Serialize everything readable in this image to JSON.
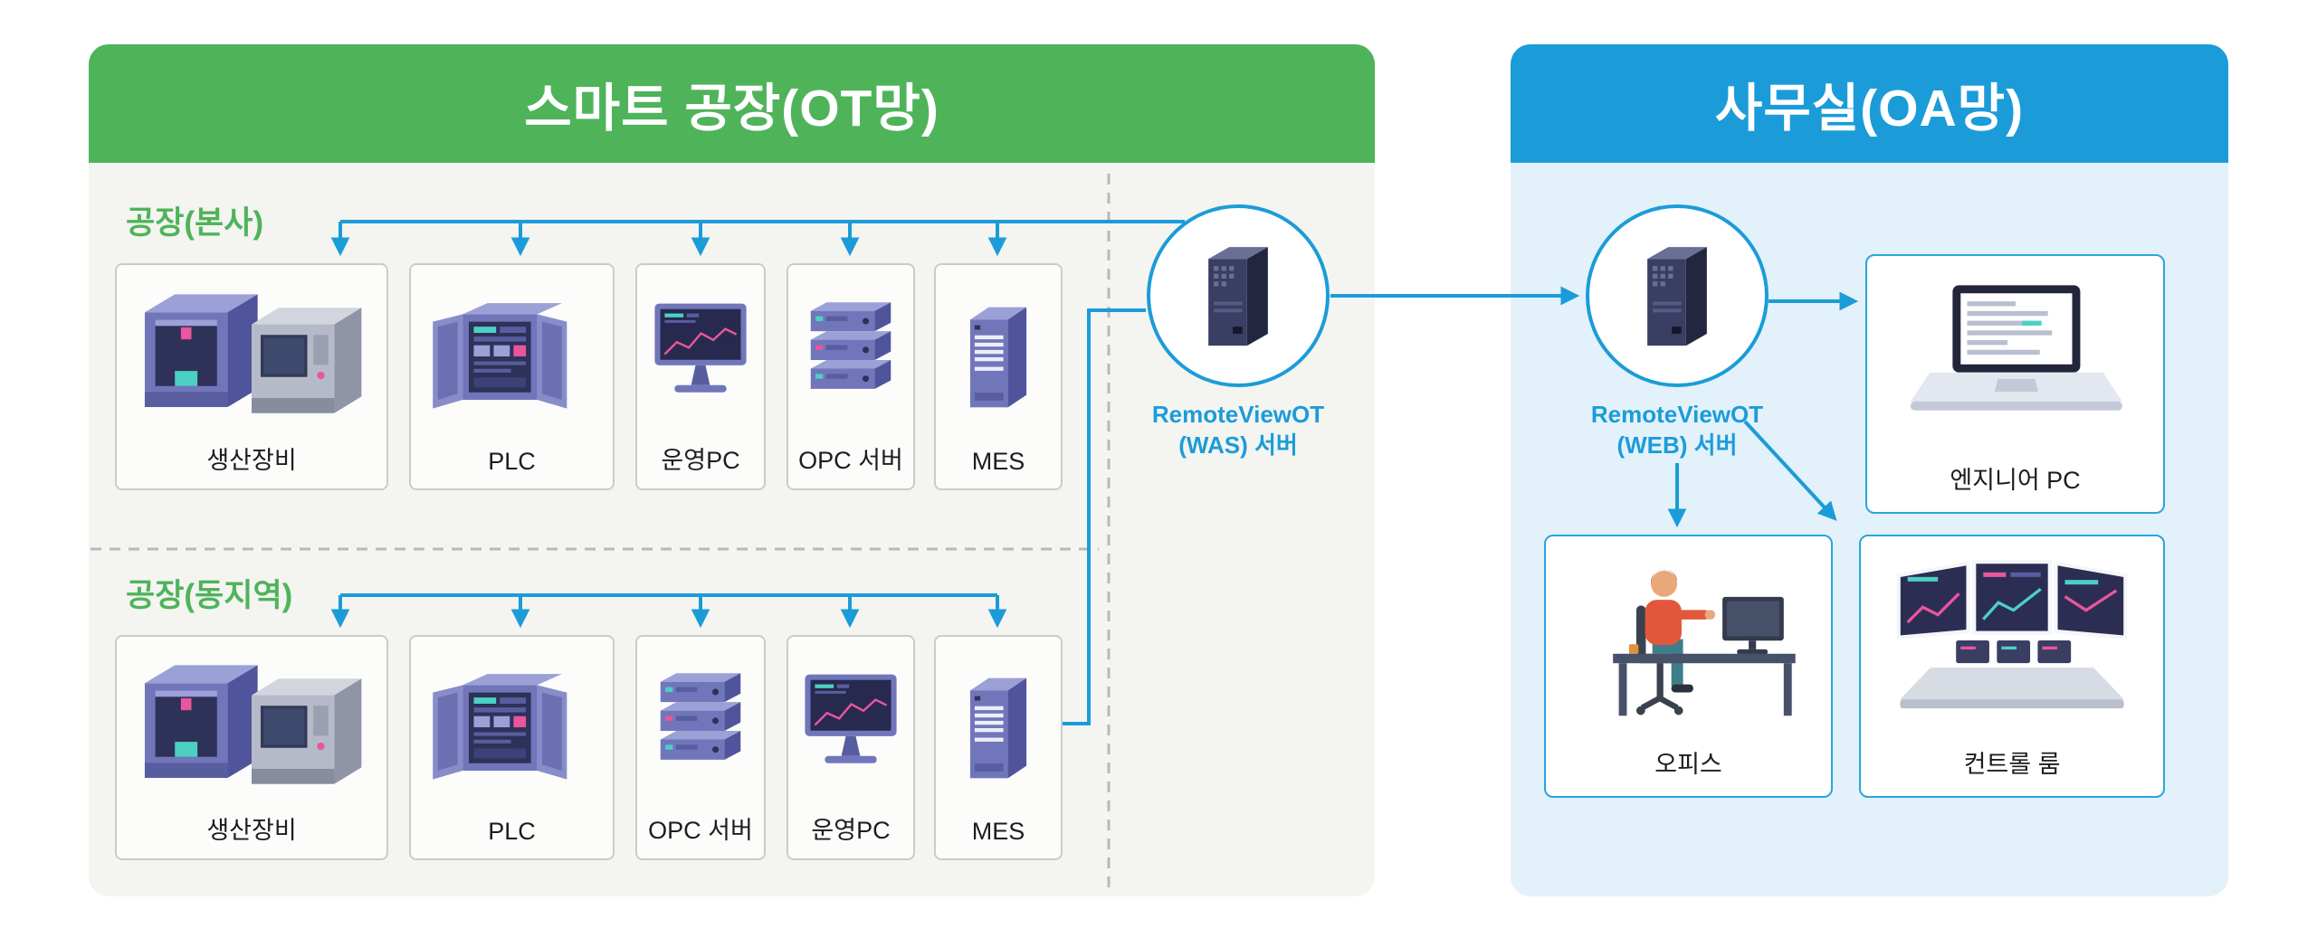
{
  "colors": {
    "green": "#4fb35a",
    "blue": "#1b9cd8",
    "arrow": "#1b9cd8",
    "ot_panel_bg": "#f4f4f1",
    "oa_panel_bg": "#e3f1fa",
    "device_box_bg": "#fcfcfb",
    "device_box_border": "#cbcbcb",
    "oa_box_border": "#29a5de",
    "divider": "#b9b9b9",
    "label_text": "#1d1d1d",
    "device_purple": "#7176bb",
    "device_purple_dark": "#50549b",
    "screen_navy": "#272a4e",
    "accent_pink": "#e8569d",
    "accent_teal": "#4dd0c4"
  },
  "ot_network": {
    "title": "스마트 공장(OT망)",
    "sections": [
      {
        "label": "공장(본사)",
        "devices": [
          {
            "label": "생산장비",
            "icon": "production-equipment-icon"
          },
          {
            "label": "PLC",
            "icon": "plc-cabinet-icon"
          },
          {
            "label": "운영PC",
            "icon": "operation-pc-icon"
          },
          {
            "label": "OPC 서버",
            "icon": "server-stack-icon"
          },
          {
            "label": "MES",
            "icon": "server-tower-icon"
          }
        ]
      },
      {
        "label": "공장(동지역)",
        "devices": [
          {
            "label": "생산장비",
            "icon": "production-equipment-icon"
          },
          {
            "label": "PLC",
            "icon": "plc-cabinet-icon"
          },
          {
            "label": "OPC 서버",
            "icon": "server-stack-icon"
          },
          {
            "label": "운영PC",
            "icon": "operation-pc-icon"
          },
          {
            "label": "MES",
            "icon": "server-tower-icon"
          }
        ]
      }
    ],
    "was_server": {
      "name": "RemoteViewOT",
      "sub": "(WAS) 서버",
      "icon": "dark-server-icon"
    }
  },
  "oa_network": {
    "title": "사무실(OA망)",
    "web_server": {
      "name": "RemoteViewOT",
      "sub": "(WEB) 서버",
      "icon": "dark-server-icon"
    },
    "nodes": {
      "engineer_pc": {
        "label": "엔지니어 PC",
        "icon": "laptop-icon"
      },
      "office": {
        "label": "오피스",
        "icon": "person-at-desk-icon"
      },
      "control_room": {
        "label": "컨트롤 룸",
        "icon": "control-room-icon"
      }
    }
  }
}
